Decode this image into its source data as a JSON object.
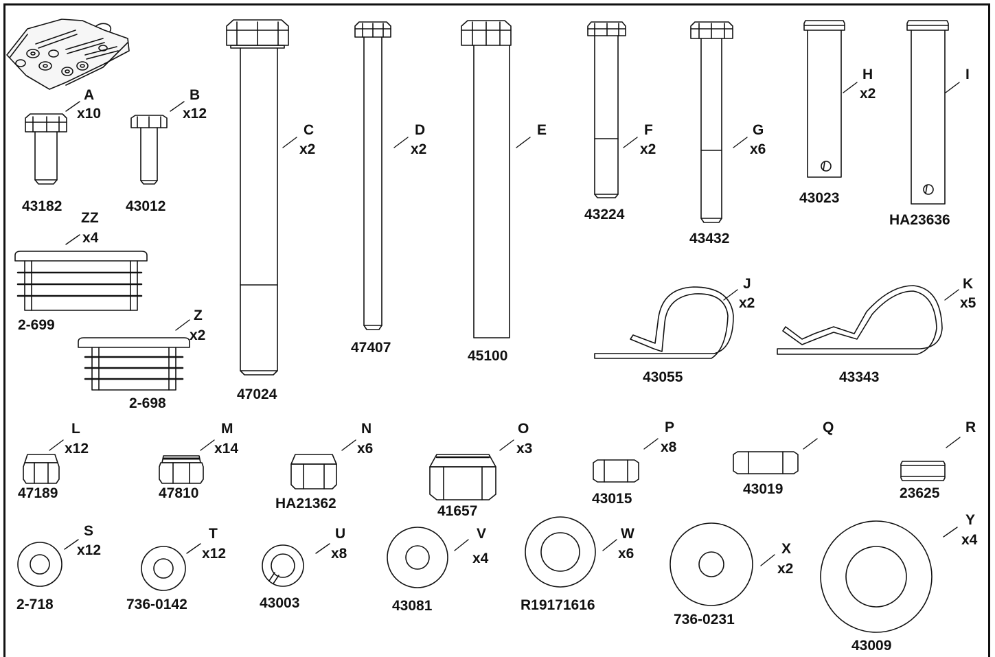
{
  "sheet_title": "",
  "parts": [
    {
      "letter": "A",
      "qty": "x10",
      "part_no": "43182",
      "kind": "hex-bolt"
    },
    {
      "letter": "B",
      "qty": "x12",
      "part_no": "43012",
      "kind": "hex-bolt"
    },
    {
      "letter": "C",
      "qty": "x2",
      "part_no": "47024",
      "kind": "hex-bolt"
    },
    {
      "letter": "D",
      "qty": "x2",
      "part_no": "47407",
      "kind": "hex-bolt"
    },
    {
      "letter": "E",
      "qty": "",
      "part_no": "45100",
      "kind": "hex-bolt"
    },
    {
      "letter": "F",
      "qty": "x2",
      "part_no": "43224",
      "kind": "hex-bolt"
    },
    {
      "letter": "G",
      "qty": "x6",
      "part_no": "43432",
      "kind": "hex-bolt"
    },
    {
      "letter": "H",
      "qty": "x2",
      "part_no": "43023",
      "kind": "clevis-pin"
    },
    {
      "letter": "I",
      "qty": "",
      "part_no": "HA23636",
      "kind": "clevis-pin"
    },
    {
      "letter": "J",
      "qty": "x2",
      "part_no": "43055",
      "kind": "hairpin-clip"
    },
    {
      "letter": "K",
      "qty": "x5",
      "part_no": "43343",
      "kind": "hairpin-clip"
    },
    {
      "letter": "L",
      "qty": "x12",
      "part_no": "47189",
      "kind": "lock-nut"
    },
    {
      "letter": "M",
      "qty": "x14",
      "part_no": "47810",
      "kind": "lock-nut"
    },
    {
      "letter": "N",
      "qty": "x6",
      "part_no": "HA21362",
      "kind": "lock-nut"
    },
    {
      "letter": "O",
      "qty": "x3",
      "part_no": "41657",
      "kind": "lock-nut"
    },
    {
      "letter": "P",
      "qty": "x8",
      "part_no": "43015",
      "kind": "hex-nut"
    },
    {
      "letter": "Q",
      "qty": "",
      "part_no": "43019",
      "kind": "hex-nut"
    },
    {
      "letter": "R",
      "qty": "",
      "part_no": "23625",
      "kind": "coupling-nut"
    },
    {
      "letter": "S",
      "qty": "x12",
      "part_no": "2-718",
      "kind": "flat-washer"
    },
    {
      "letter": "T",
      "qty": "x12",
      "part_no": "736-0142",
      "kind": "flat-washer"
    },
    {
      "letter": "U",
      "qty": "x8",
      "part_no": "43003",
      "kind": "lock-washer"
    },
    {
      "letter": "V",
      "qty": "x4",
      "part_no": "43081",
      "kind": "flat-washer"
    },
    {
      "letter": "W",
      "qty": "x6",
      "part_no": "R19171616",
      "kind": "flat-washer"
    },
    {
      "letter": "X",
      "qty": "x2",
      "part_no": "736-0231",
      "kind": "flat-washer"
    },
    {
      "letter": "Y",
      "qty": "x4",
      "part_no": "43009",
      "kind": "flat-washer"
    },
    {
      "letter": "ZZ",
      "qty": "x4",
      "part_no": "2-699",
      "kind": "tube-end-cap"
    },
    {
      "letter": "Z",
      "qty": "x2",
      "part_no": "2-698",
      "kind": "tube-end-cap"
    }
  ],
  "icons": {
    "hardware_bag": "hardware-bag-icon"
  },
  "colors": {
    "line": "#111111",
    "background": "#ffffff"
  }
}
